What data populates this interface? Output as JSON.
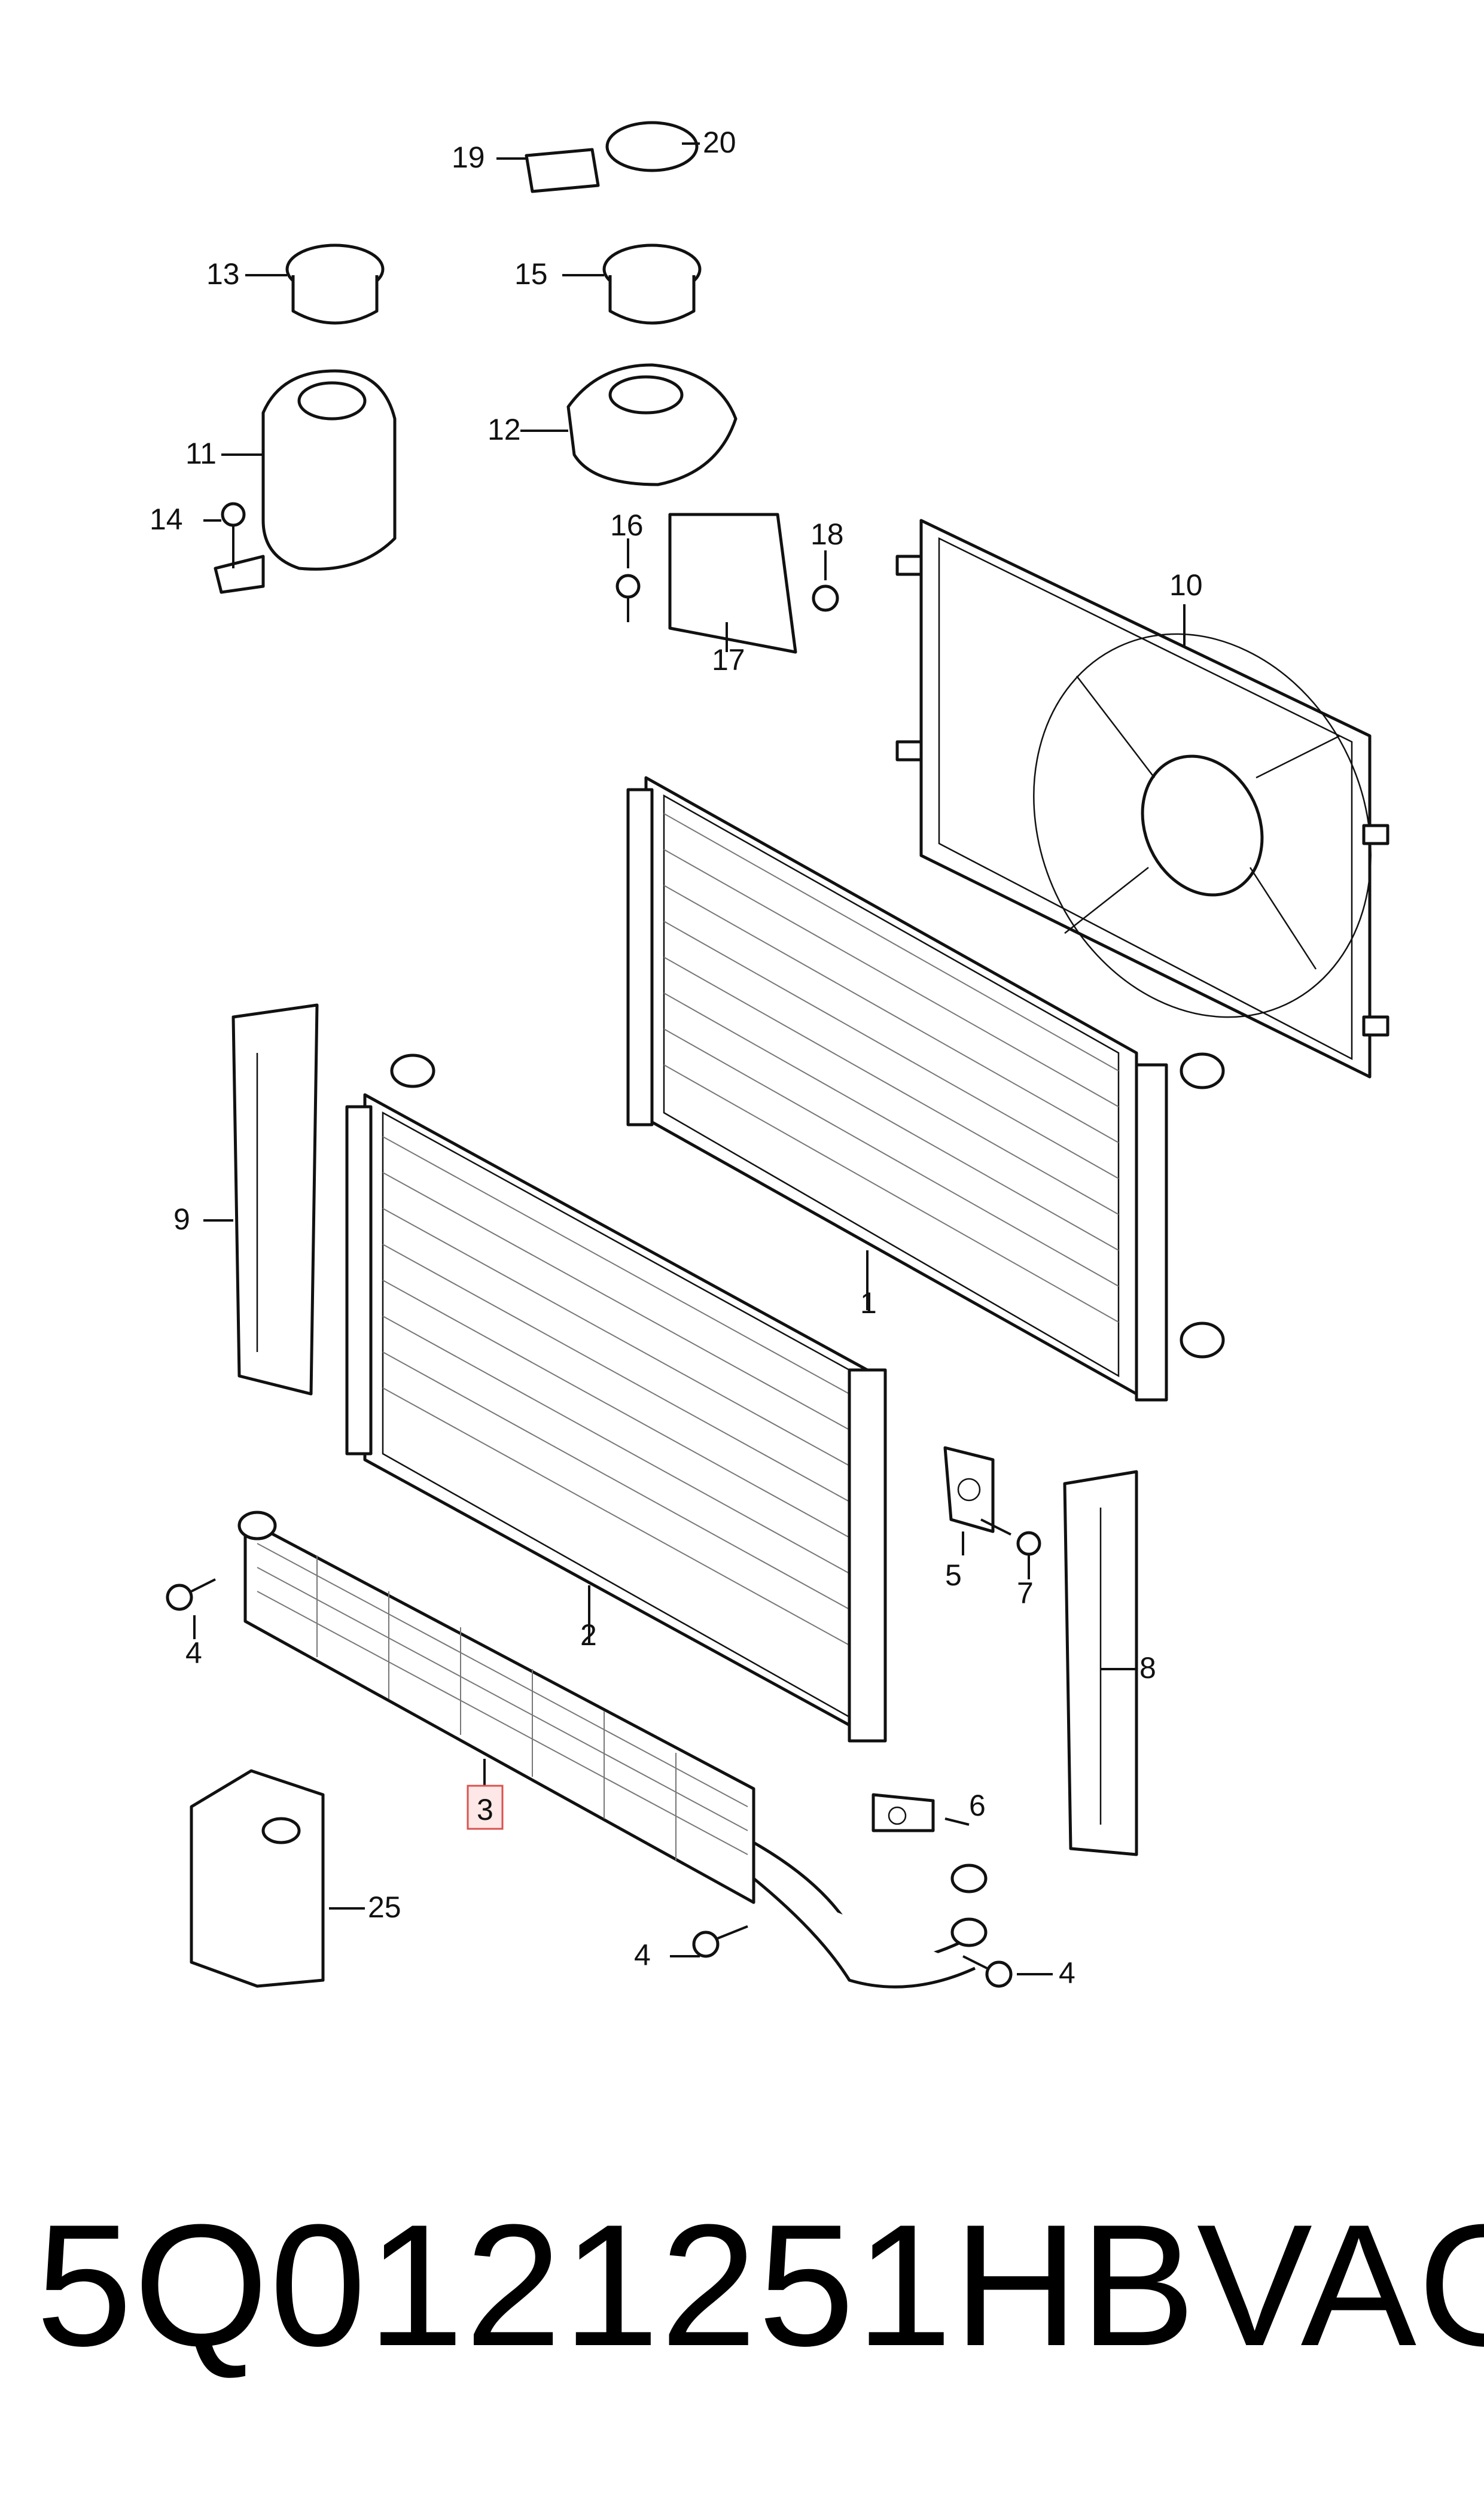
{
  "callouts": {
    "c1": "1",
    "c2": "2",
    "c3": "3",
    "c4a": "4",
    "c4b": "4",
    "c4c": "4",
    "c5": "5",
    "c6": "6",
    "c7": "7",
    "c8": "8",
    "c9": "9",
    "c10": "10",
    "c11": "11",
    "c12": "12",
    "c13": "13",
    "c14": "14",
    "c15": "15",
    "c16": "16",
    "c17": "17",
    "c18": "18",
    "c19": "19",
    "c20": "20",
    "c25": "25"
  },
  "highlight_color": "#d9534f",
  "caption": {
    "part_number": "5Q0121251HB",
    "brand": "VAG"
  }
}
